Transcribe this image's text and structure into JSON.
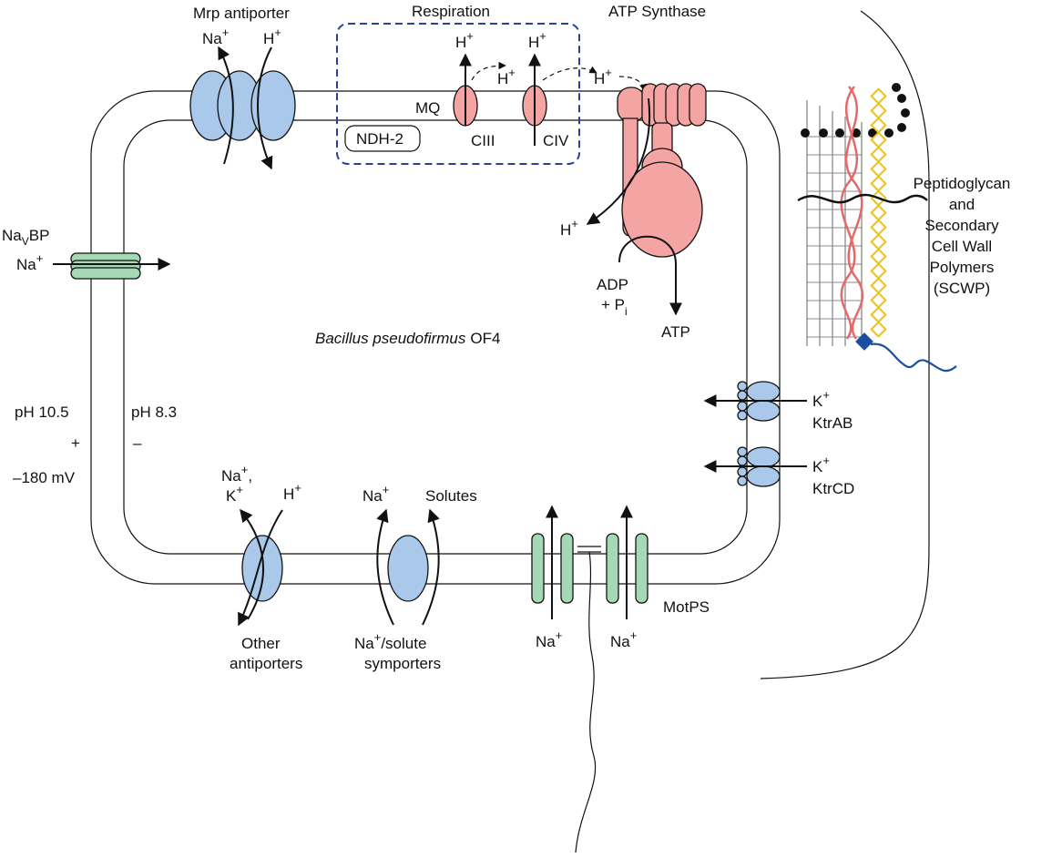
{
  "organism": "Bacillus pseudofirmus",
  "strain": "OF4",
  "mrp": {
    "title": "Mrp antiporter",
    "ion_na": "Na",
    "ion_h": "H",
    "charge": "+"
  },
  "respiration": {
    "title": "Respiration",
    "mq": "MQ",
    "ndh": "NDH-2",
    "ciii": "CIII",
    "civ": "CIV",
    "h1": "H",
    "h2": "H",
    "h3": "H",
    "h4": "H",
    "charge": "+"
  },
  "atp_synthase": {
    "title": "ATP Synthase",
    "h_out": "H",
    "charge": "+",
    "adp": "ADP",
    "pi_prefix": "+ P",
    "pi_sub": "i",
    "atp": "ATP"
  },
  "navbp": {
    "name": "Na",
    "sub": "V",
    "suffix": "BP",
    "ion": "Na",
    "charge": "+"
  },
  "outside": {
    "ph": "pH 10.5",
    "sign": "+",
    "potential": "–180 mV"
  },
  "inside": {
    "ph": "pH 8.3",
    "sign": "–"
  },
  "ktrab": {
    "ion": "K",
    "charge": "+",
    "name": "KtrAB"
  },
  "ktrcd": {
    "ion": "K",
    "charge": "+",
    "name": "KtrCD"
  },
  "antiporters": {
    "ion1": "Na",
    "ion2": "K",
    "ion_h": "H",
    "charge": "+",
    "comma": ",",
    "label_line1": "Other",
    "label_line2": "antiporters"
  },
  "symporters": {
    "ion": "Na",
    "charge": "+",
    "solutes": "Solutes",
    "label_line1_a": "Na",
    "label_line1_b": "/solute",
    "label_line2": "symporters"
  },
  "motps": {
    "name": "MotPS",
    "ion1": "Na",
    "ion2": "Na",
    "charge": "+"
  },
  "cell_wall": {
    "line1": "Peptidoglycan",
    "line2": "and",
    "line3": "Secondary",
    "line4": "Cell Wall",
    "line5": "Polymers",
    "line6": "(SCWP)"
  },
  "colors": {
    "transporter_blue": "#a9c8ea",
    "enzyme_pink": "#f4a5a3",
    "channel_green": "#a5d8b4",
    "scwp_yellow": "#e8c030",
    "scwp_blue": "#1a4fa0",
    "box_dash": "#2a3f9e"
  }
}
